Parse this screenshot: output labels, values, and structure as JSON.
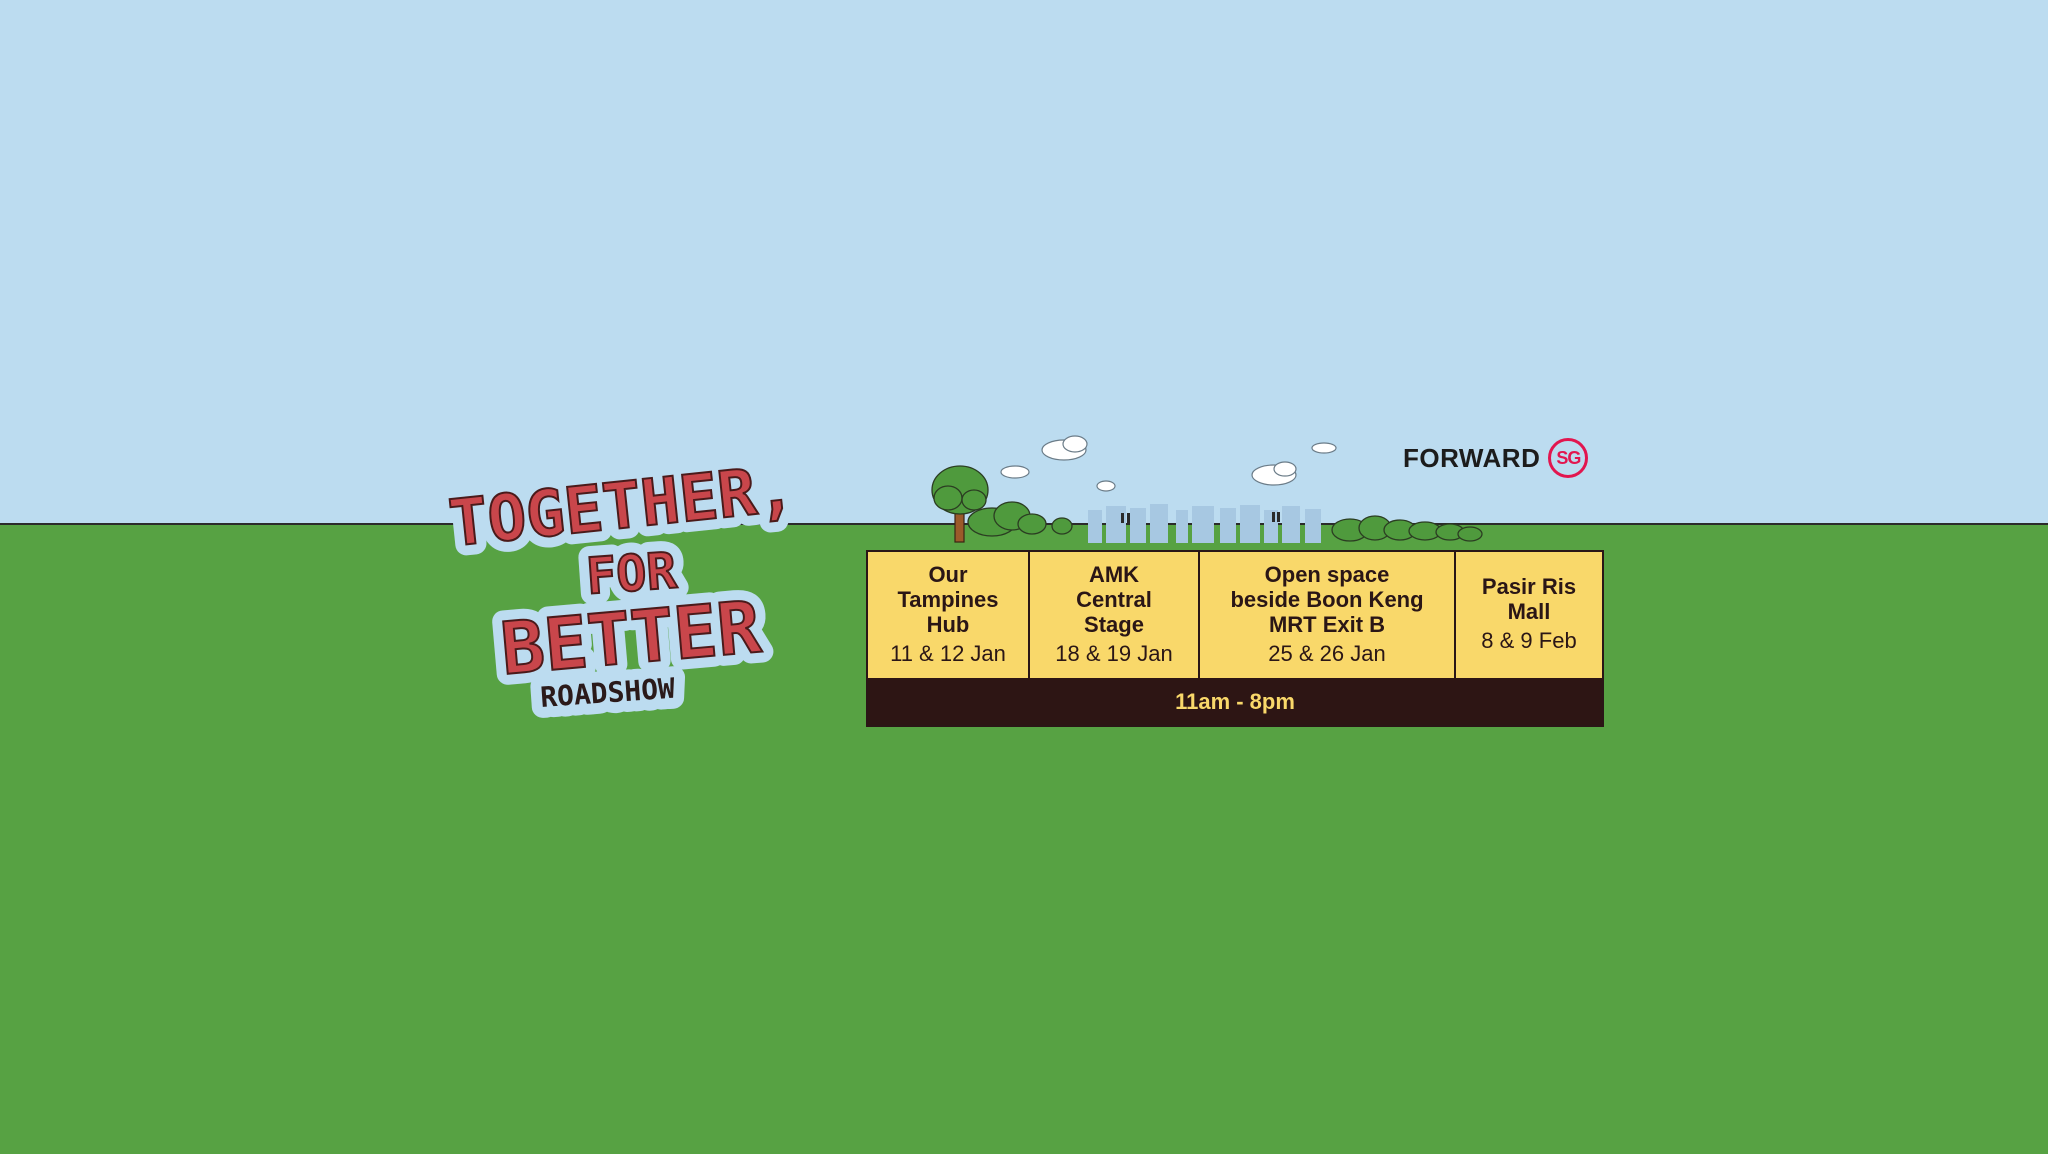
{
  "title": {
    "line1": "TOGETHER,",
    "line2": "FOR",
    "line3": "BETTER",
    "line4": "ROADSHOW"
  },
  "logo": {
    "word": "FORWARD",
    "badge": "SG",
    "accent_color": "#e2164f"
  },
  "schedule": {
    "venues": [
      {
        "name_lines": [
          "Our",
          "Tampines",
          "Hub"
        ],
        "date": "11 & 12 Jan"
      },
      {
        "name_lines": [
          "AMK",
          "Central",
          "Stage"
        ],
        "date": "18 & 19 Jan"
      },
      {
        "name_lines": [
          "Open space",
          "beside Boon Keng",
          "MRT Exit B"
        ],
        "date": "25 & 26 Jan"
      },
      {
        "name_lines": [
          "Pasir Ris",
          "Mall"
        ],
        "date": "8 & 9 Feb"
      }
    ],
    "time": "11am - 8pm"
  },
  "colors": {
    "sky": "#bcdcf0",
    "grass": "#57a243",
    "title_red": "#c9464b",
    "table_yellow": "#f9d86a",
    "table_dark": "#2d1514"
  }
}
